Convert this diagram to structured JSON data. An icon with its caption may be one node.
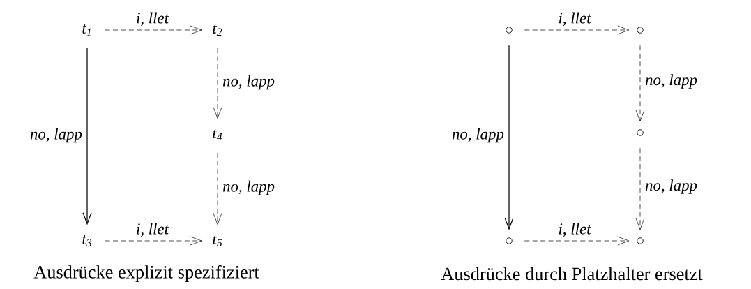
{
  "diagram": {
    "nodes": [
      {
        "text": [
          "t$_{1}$"
        ]
      },
      {
        "text": [
          "t$_{2}$"
        ]
      },
      {
        "text": [
          "t$_{4}$"
        ]
      },
      {
        "text": [
          "t$_{3}$"
        ]
      },
      {
        "text": [
          "t$_{5}$"
        ]
      },
      {
        "text": [],
        "shape": "circle"
      },
      {
        "text": [],
        "shape": "circle"
      },
      {
        "text": [],
        "shape": "circle"
      },
      {
        "text": [],
        "shape": "circle"
      },
      {
        "text": [],
        "shape": "circle"
      }
    ],
    "edges": [
      {
        "from": 0,
        "to": 1,
        "arrow": "to",
        "label": "i, llet",
        "style": "dashed"
      },
      {
        "from": 1,
        "to": 2,
        "arrow": "to",
        "label": "no, lapp",
        "style": "dashed"
      },
      {
        "from": 0,
        "to": 3,
        "arrow": "to",
        "label": "no, lapp"
      },
      {
        "from": 2,
        "to": 4,
        "arrow": "to",
        "label": "no, lapp",
        "style": "dashed"
      },
      {
        "from": 3,
        "to": 4,
        "arrow": "to",
        "label": "i, llet",
        "style": "dashed"
      },
      {
        "from": 5,
        "to": 6,
        "arrow": "to",
        "label": "i, llet",
        "style": "dashed"
      },
      {
        "from": 6,
        "to": 7,
        "arrow": "to",
        "label": "no, lapp",
        "style": "dashed"
      },
      {
        "from": 5,
        "to": 8,
        "arrow": "to",
        "label": "no, lapp"
      },
      {
        "from": 7,
        "to": 9,
        "arrow": "to",
        "label": "no, lapp",
        "style": "dashed"
      },
      {
        "from": 8,
        "to": 9,
        "arrow": "to",
        "label": "i, llet",
        "style": "dashed"
      }
    ],
    "labels": [
      "Ausdrücke explizit spezifiziert",
      "Ausdrücke durch Platzhalter ersetzt"
    ]
  }
}
